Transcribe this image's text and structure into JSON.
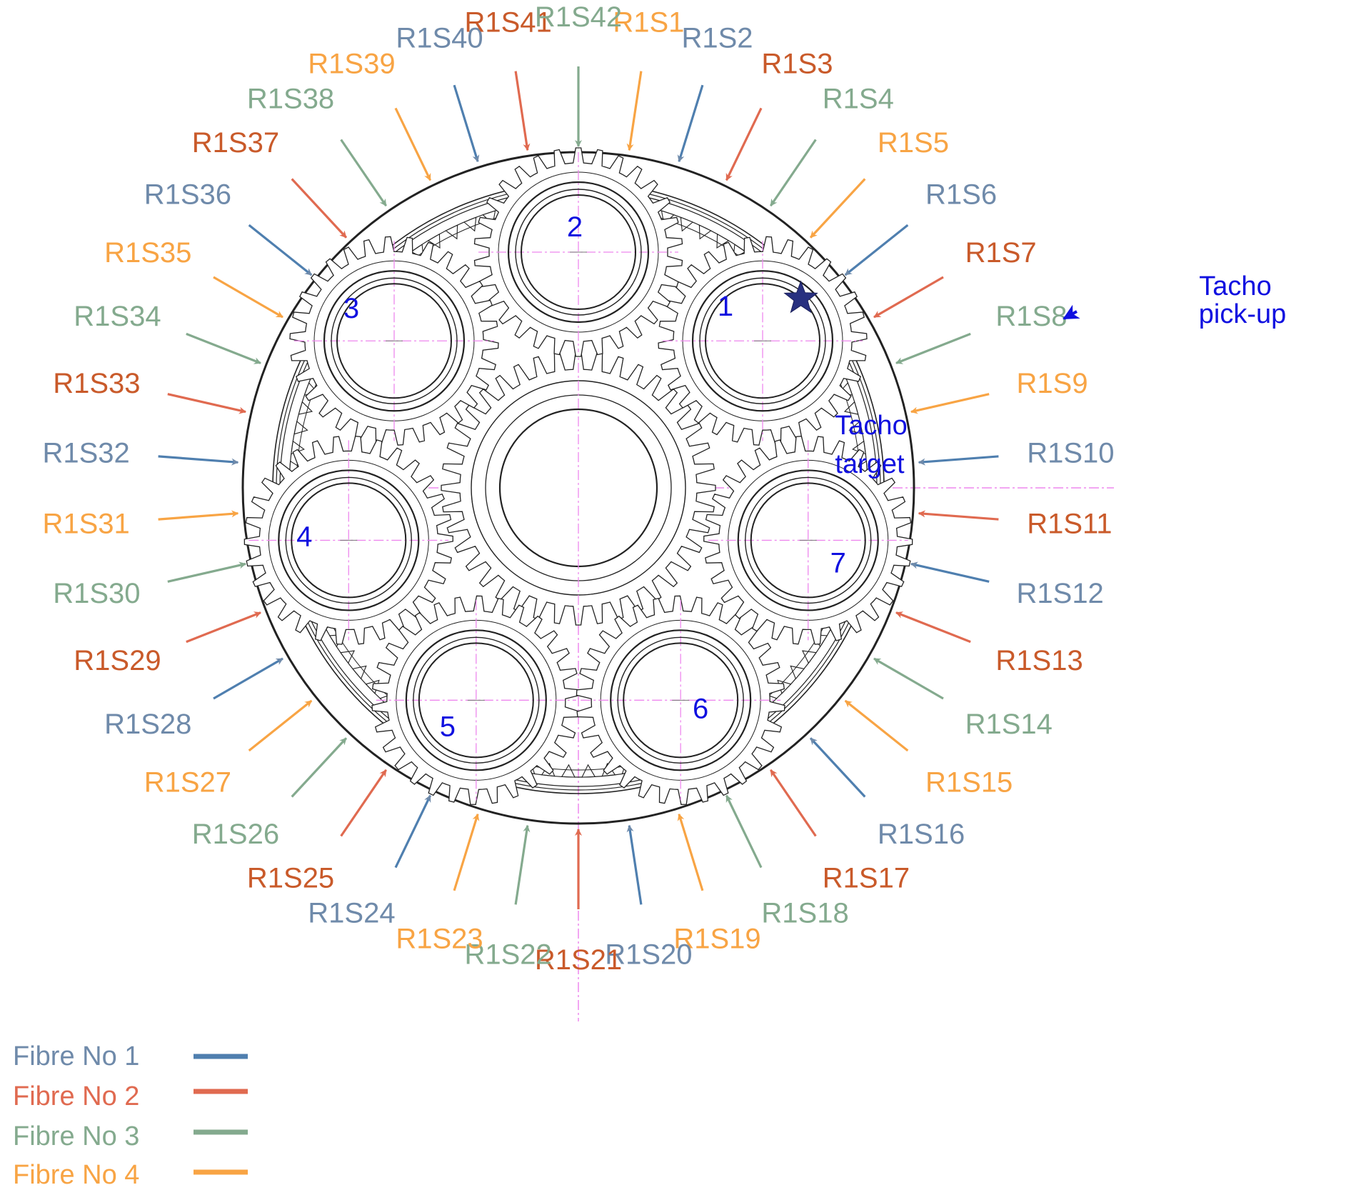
{
  "diagram": {
    "title": "",
    "fibres": [
      {
        "id": 1,
        "label": "Fibre No 1",
        "color": "#6f8aaa",
        "line_color": "#4f7faf"
      },
      {
        "id": 2,
        "label": "Fibre No 2",
        "color": "#e06a50",
        "line_color": "#e06a50"
      },
      {
        "id": 3,
        "label": "Fibre No 3",
        "color": "#84aa8e",
        "line_color": "#84aa8e"
      },
      {
        "id": 4,
        "label": "Fibre No 4",
        "color": "#f8a444",
        "line_color": "#f8a444"
      }
    ],
    "label_text_colors": {
      "1": "#6f8aaa",
      "2": "#c95a2a",
      "3": "#84aa8e",
      "4": "#f8a444"
    },
    "sensors": [
      {
        "label": "R1S1",
        "fibre": 4
      },
      {
        "label": "R1S2",
        "fibre": 1
      },
      {
        "label": "R1S3",
        "fibre": 2
      },
      {
        "label": "R1S4",
        "fibre": 3
      },
      {
        "label": "R1S5",
        "fibre": 4
      },
      {
        "label": "R1S6",
        "fibre": 1
      },
      {
        "label": "R1S7",
        "fibre": 2
      },
      {
        "label": "R1S8",
        "fibre": 3
      },
      {
        "label": "R1S9",
        "fibre": 4
      },
      {
        "label": "R1S10",
        "fibre": 1
      },
      {
        "label": "R1S11",
        "fibre": 2
      },
      {
        "label": "R1S12",
        "fibre": 1
      },
      {
        "label": "R1S13",
        "fibre": 2
      },
      {
        "label": "R1S14",
        "fibre": 3
      },
      {
        "label": "R1S15",
        "fibre": 4
      },
      {
        "label": "R1S16",
        "fibre": 1
      },
      {
        "label": "R1S17",
        "fibre": 2
      },
      {
        "label": "R1S18",
        "fibre": 3
      },
      {
        "label": "R1S19",
        "fibre": 4
      },
      {
        "label": "R1S20",
        "fibre": 1
      },
      {
        "label": "R1S21",
        "fibre": 2
      },
      {
        "label": "R1S22",
        "fibre": 3
      },
      {
        "label": "R1S23",
        "fibre": 4
      },
      {
        "label": "R1S24",
        "fibre": 1
      },
      {
        "label": "R1S25",
        "fibre": 2
      },
      {
        "label": "R1S26",
        "fibre": 3
      },
      {
        "label": "R1S27",
        "fibre": 4
      },
      {
        "label": "R1S28",
        "fibre": 1
      },
      {
        "label": "R1S29",
        "fibre": 2
      },
      {
        "label": "R1S30",
        "fibre": 3
      },
      {
        "label": "R1S31",
        "fibre": 4
      },
      {
        "label": "R1S32",
        "fibre": 1
      },
      {
        "label": "R1S33",
        "fibre": 2
      },
      {
        "label": "R1S34",
        "fibre": 3
      },
      {
        "label": "R1S35",
        "fibre": 4
      },
      {
        "label": "R1S36",
        "fibre": 1
      },
      {
        "label": "R1S37",
        "fibre": 2
      },
      {
        "label": "R1S38",
        "fibre": 3
      },
      {
        "label": "R1S39",
        "fibre": 4
      },
      {
        "label": "R1S40",
        "fibre": 1
      },
      {
        "label": "R1S41",
        "fibre": 2
      },
      {
        "label": "R1S42",
        "fibre": 3
      }
    ],
    "planets": [
      {
        "number": "1",
        "position": "upper-right",
        "has_tacho_target": true
      },
      {
        "number": "2",
        "position": "top"
      },
      {
        "number": "3",
        "position": "upper-left"
      },
      {
        "number": "4",
        "position": "left"
      },
      {
        "number": "5",
        "position": "lower-left"
      },
      {
        "number": "6",
        "position": "lower-right"
      },
      {
        "number": "7",
        "position": "right"
      }
    ],
    "tacho_target": {
      "line1": "Tacho",
      "line2": "target",
      "marker": "star-icon",
      "marker_color": "#283080"
    },
    "tacho_pickup": {
      "line1": "Tacho",
      "line2": "pick-up",
      "color": "#1010e0"
    },
    "centerline_color": "#ee88ee",
    "drawing_color": "#222222"
  }
}
